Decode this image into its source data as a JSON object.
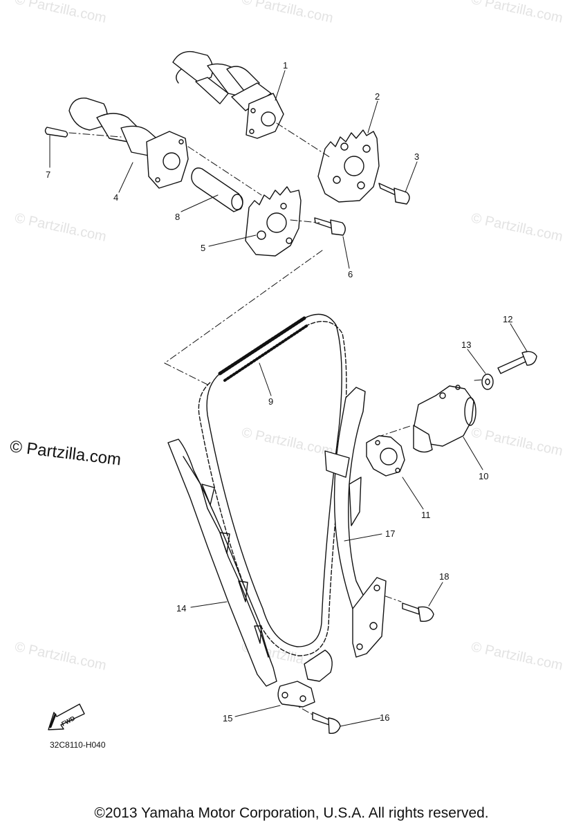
{
  "watermark": "© Partzilla.com",
  "watermark_large": "© Partzilla.com",
  "callouts": [
    "1",
    "2",
    "3",
    "4",
    "5",
    "6",
    "7",
    "8",
    "9",
    "10",
    "11",
    "12",
    "13",
    "14",
    "15",
    "16",
    "17",
    "18"
  ],
  "diagram_code": "32C8110-H040",
  "fwd_label": "FWD",
  "copyright": "©2013 Yamaha Motor Corporation, U.S.A. All rights reserved."
}
